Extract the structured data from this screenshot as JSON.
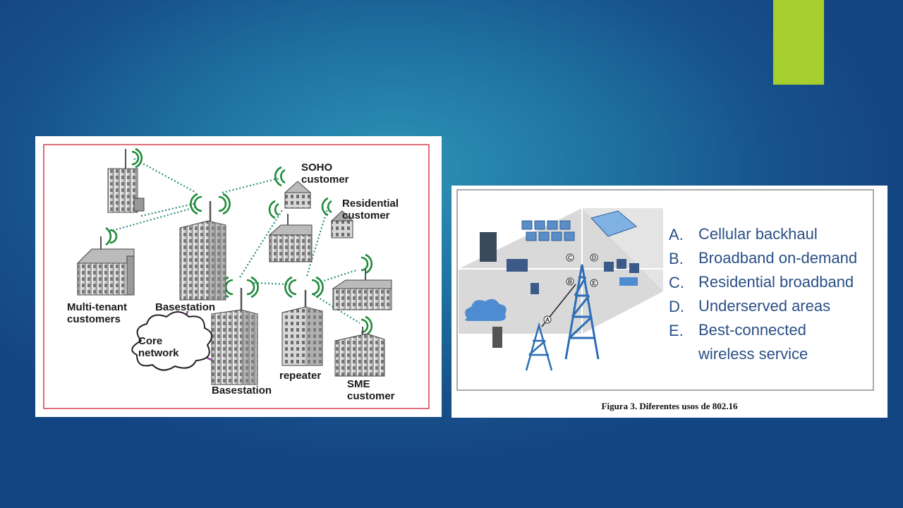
{
  "slide": {
    "accent_color": "#a6cf2e"
  },
  "left_diagram": {
    "labels": {
      "soho": "SOHO\ncustomer",
      "residential": "Residential\ncustomer",
      "multi_tenant": "Multi-tenant\ncustomers",
      "basestation_top": "Basestation",
      "core_network": "Core\nnetwork",
      "basestation_bottom": "Basestation",
      "repeater": "repeater",
      "sme": "SME\ncustomer"
    }
  },
  "right_diagram": {
    "uses": [
      {
        "letter": "A.",
        "text": "Cellular backhaul"
      },
      {
        "letter": "B.",
        "text": "Broadband on-demand"
      },
      {
        "letter": "C.",
        "text": "Residential broadband"
      },
      {
        "letter": "D.",
        "text": "Underserved areas"
      },
      {
        "letter": "E.",
        "text": "Best-connected\nwireless service"
      }
    ],
    "node_letters": [
      "A",
      "B",
      "C",
      "D",
      "E"
    ],
    "caption": "Figura 3. Diferentes usos de 802.16"
  }
}
